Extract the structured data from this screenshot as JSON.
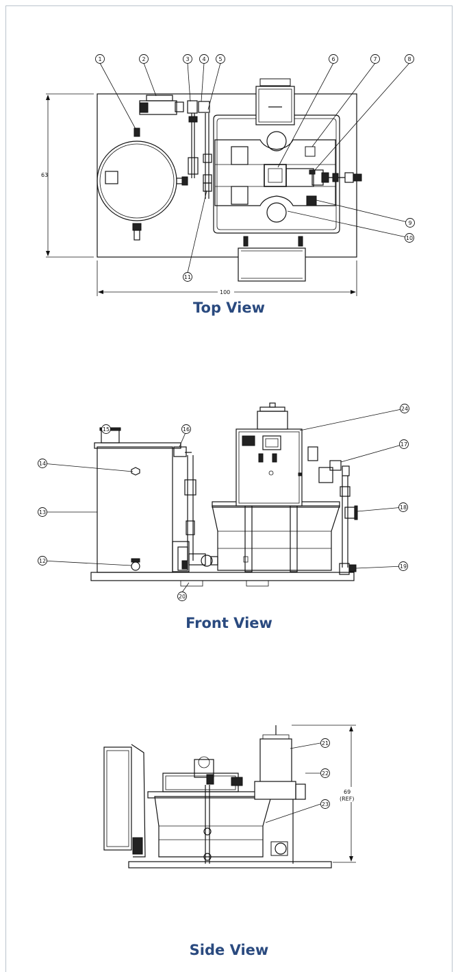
{
  "captions": {
    "top": "Top View",
    "front": "Front View",
    "side": "Side View"
  },
  "dimensions": {
    "top_height": "63",
    "top_width": "100",
    "side_height": "69",
    "side_height_note": "(REF)"
  },
  "balloons": [
    "1",
    "2",
    "3",
    "4",
    "5",
    "6",
    "7",
    "8",
    "9",
    "10",
    "11",
    "12",
    "13",
    "14",
    "15",
    "16",
    "17",
    "18",
    "19",
    "20",
    "21",
    "22",
    "23",
    "24"
  ]
}
